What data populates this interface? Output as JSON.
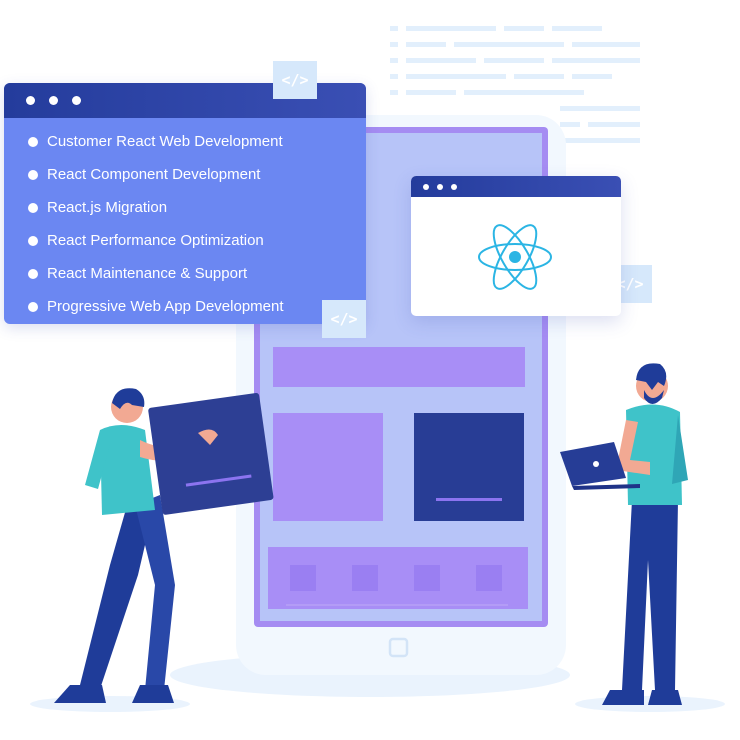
{
  "services": {
    "items": [
      {
        "label": "Customer React Web Development"
      },
      {
        "label": "React Component Development"
      },
      {
        "label": "React.js Migration"
      },
      {
        "label": "React Performance Optimization"
      },
      {
        "label": "React Maintenance & Support"
      },
      {
        "label": "Progressive Web App Development"
      }
    ]
  },
  "badges": {
    "code_glyph": "</>"
  },
  "icons": {
    "react_logo": "react-logo-icon",
    "window_dots": "window-dots-icon",
    "home_button": "home-button-icon"
  },
  "colors": {
    "accent": "#6b87f2",
    "navy": "#243c9c",
    "react_teal": "#2bb5e4",
    "phone_frame": "#a58cf2"
  }
}
